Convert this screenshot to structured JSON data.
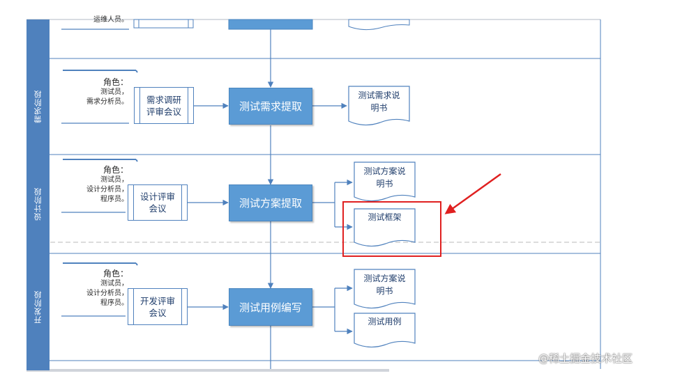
{
  "lanes": [
    {
      "label": "需求阶段"
    },
    {
      "label": "设计阶段"
    },
    {
      "label": "开发阶段"
    }
  ],
  "top_role_fragment": "运维人员。",
  "roles": {
    "requirements": {
      "title": "角色：",
      "lines": [
        "测试员，",
        "需求分析员。"
      ]
    },
    "design": {
      "title": "角色：",
      "lines": [
        "测试员，",
        "设计分析员，",
        "程序员。"
      ]
    },
    "development": {
      "title": "角色：",
      "lines": [
        "测试员，",
        "设计分析员，",
        "程序员。"
      ]
    }
  },
  "meetings": {
    "requirements": [
      "需求调研",
      "评审会议"
    ],
    "design": [
      "设计评审",
      "会议"
    ],
    "development": [
      "开发评审",
      "会议"
    ]
  },
  "processes": {
    "requirements": "测试需求提取",
    "design": "测试方案提取",
    "development": "测试用例编写"
  },
  "documents": {
    "req_spec": [
      "测试需求说",
      "明书"
    ],
    "design_spec": [
      "测试方案说",
      "明书"
    ],
    "framework": [
      "测试框架"
    ],
    "dev_spec": [
      "测试方案说",
      "明书"
    ],
    "test_cases": [
      "测试用例"
    ]
  },
  "colors": {
    "lane_header": "#4f81bd",
    "process_fill": "#5b9bd5",
    "line": "#4f81bd",
    "highlight": "#e02020"
  },
  "watermark": "@稀土掘金技术社区"
}
